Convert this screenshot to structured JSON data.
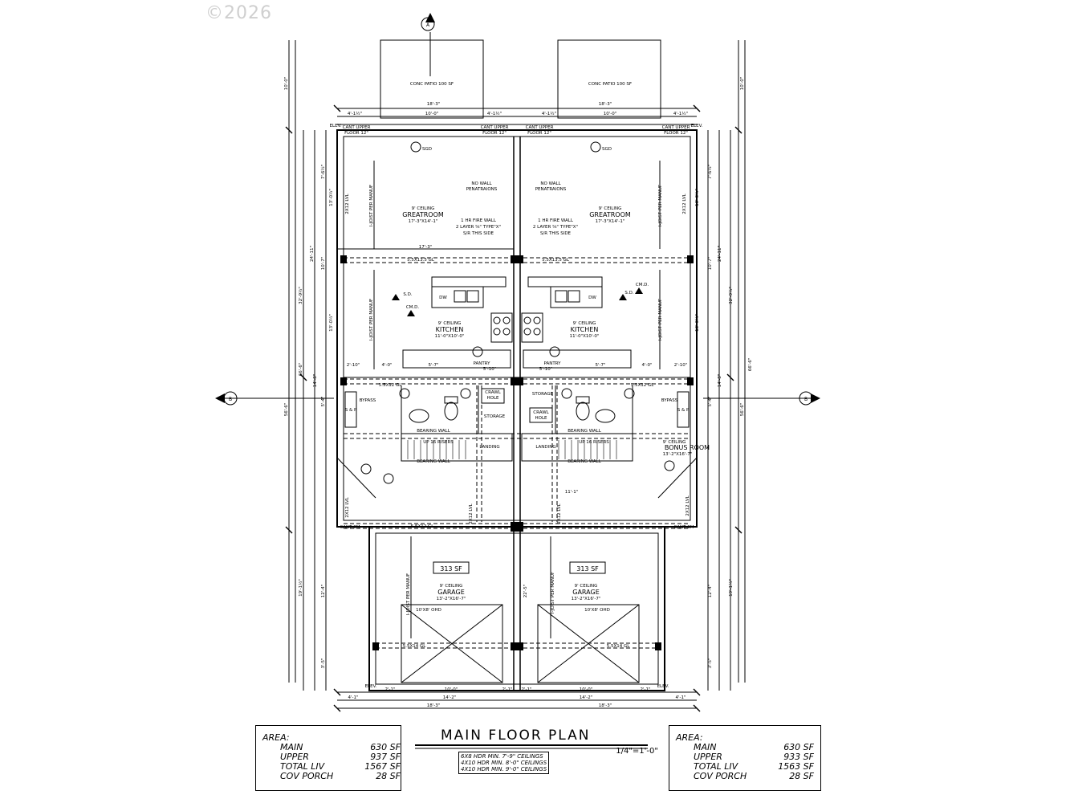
{
  "copyright": "©2026",
  "title": "MAIN FLOOR PLAN",
  "scale": "1/4\"=1'-0\"",
  "header_notes": [
    "6X8 HDR MIN. 7'-9\" CEILINGS",
    "4X10 HDR MIN. 8'-0\" CEILINGS",
    "4X10 HDR MIN. 9'-0\" CEILINGS"
  ],
  "area_left": {
    "heading": "AREA:",
    "rows": [
      {
        "label": "MAIN",
        "value": "630 SF"
      },
      {
        "label": "UPPER",
        "value": "937 SF"
      },
      {
        "label": "TOTAL LIV",
        "value": "1567 SF"
      },
      {
        "label": "COV PORCH",
        "value": "28 SF"
      }
    ]
  },
  "area_right": {
    "heading": "AREA:",
    "rows": [
      {
        "label": "MAIN",
        "value": "630 SF"
      },
      {
        "label": "UPPER",
        "value": "933 SF"
      },
      {
        "label": "TOTAL LIV",
        "value": "1563 SF"
      },
      {
        "label": "COV PORCH",
        "value": "28 SF"
      }
    ]
  },
  "section_marks": {
    "top": "A",
    "left": "B",
    "right": "B"
  },
  "patio": "CONC PATIO 100 SF",
  "rooms": {
    "greatroom": {
      "ceiling": "9' CEILING",
      "name": "GREATROOM",
      "size": "17'-3\"X14'-1\""
    },
    "kitchen": {
      "ceiling": "9' CEILING",
      "name": "KITCHEN",
      "size": "11'-0\"X10'-0\""
    },
    "garage": {
      "ceiling": "9' CEILING",
      "name": "GARAGE",
      "size": "13'-2\"X16'-7\"",
      "area": "313 SF"
    },
    "bonus": {
      "ceiling": "9' CEILING",
      "name": "BONUS ROOM",
      "size": "13'-2\"X16'-7\""
    }
  },
  "notes": {
    "no_wall": [
      "NO WALL",
      "PENATRAIONS"
    ],
    "fire_wall": [
      "1 HR FIRE WALL",
      "2 LAYER ⅝\" TYPE\"X\"",
      "S/R THIS SIDE"
    ],
    "cant_upper": "CANT UPPER",
    "floor_12": "FLOOR 12\"",
    "joist": "I-JOIST PER MANUF",
    "pantry": "PANTRY",
    "storage": "STORAGE",
    "crawl": [
      "CRAWL",
      "HOLE"
    ],
    "landing": "LANDING",
    "bearing": "BEARING WALL",
    "risers": "UP 16 RISERS",
    "ohd": "10'X8' OHD",
    "sgd": "SGD",
    "dw": "DW",
    "sd": "S.D.",
    "cmd": "CM.D.",
    "sp": "S & P",
    "bypass": "BYPASS",
    "cant_8m": "CANT 8M",
    "elev": "ELEV.",
    "beam1": "5.5X13.5 GL",
    "beam2": "5.5X12 GL",
    "beam3": "5.5X14 GL",
    "lvl": "2X12 LVL"
  },
  "dims": {
    "d18_3": "18'-3\"",
    "d10_0": "10'-0\"",
    "d4_1h": "4'-1½\"",
    "d17_3": "17'-3\"",
    "d14_2": "14'-2\"",
    "d4_1": "4'-1\"",
    "d2_1": "2'-1\"",
    "d11_1": "11'-1\"",
    "d56_6": "56'-6\"",
    "d66_6": "66'-6\"",
    "d24_11": "24'-11\"",
    "d32_9": "32'-9½\"",
    "d19_1": "19'-1½\"",
    "d14_8": "14'-8\"",
    "d13_0": "13'-0½\"",
    "d10_7": "10'-7\"",
    "d12_4": "12'-4\"",
    "d3_5": "3'-5\"",
    "d7_6": "7'-6½\"",
    "d5_4": "5'-4\"",
    "d2_10": "2'-10\"",
    "d4_0": "4'-0\"",
    "d5_7": "5'-7\"",
    "d5_10": "5'-10\"",
    "d22_5": "22'-5\""
  }
}
